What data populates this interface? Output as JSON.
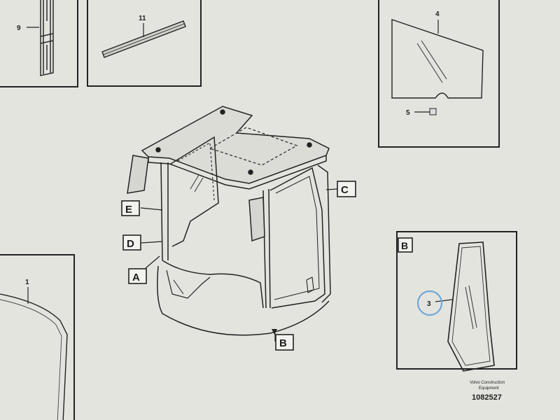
{
  "panels": {
    "top_left": {
      "callout": "9"
    },
    "top_middle": {
      "callout": "11"
    },
    "top_right": {
      "callouts": [
        "4",
        "5"
      ]
    },
    "bottom_left": {
      "callout": "1"
    },
    "detail_b": {
      "label": "B",
      "callout": "3",
      "highlight_color": "#6fa8d8"
    }
  },
  "cab_labels": [
    "E",
    "D",
    "A",
    "C",
    "B"
  ],
  "footer": {
    "line1": "Volvo Construction",
    "line2": "Equipment",
    "part_number": "1082527"
  },
  "colors": {
    "paper": "#e4e4df",
    "ink": "#1e1e1e"
  }
}
